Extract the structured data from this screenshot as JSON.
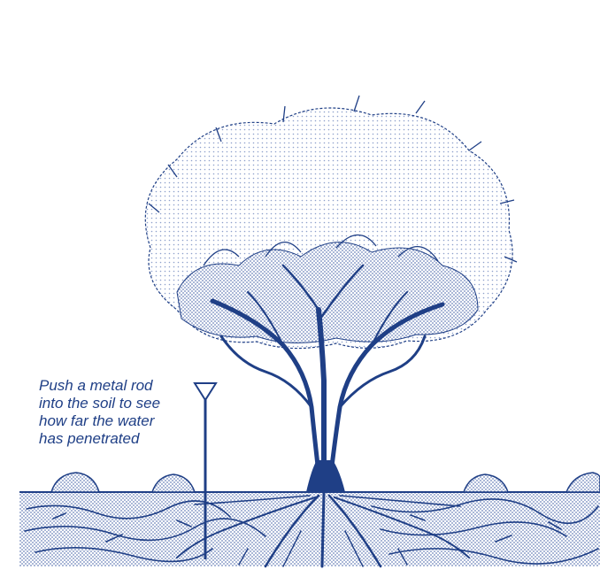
{
  "caption": {
    "lines": [
      "Push a metal rod",
      "into the soil to see",
      "how far the water",
      "has penetrated"
    ]
  },
  "colors": {
    "ink": "#1f3f86",
    "ink_light": "#6f85bb",
    "ink_pale": "#c8d1e8",
    "background": "#ffffff"
  },
  "icons": [
    "tree-illustration",
    "metal-rod-icon",
    "soil-cross-section",
    "shrub-mound-icon"
  ]
}
